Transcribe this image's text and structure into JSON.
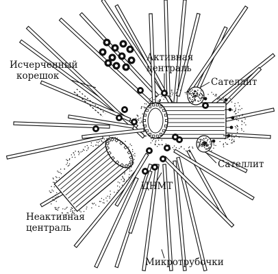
{
  "labels": {
    "striated_root_line1": "Исчерченный",
    "striated_root_line2": "корешок",
    "active_centriole_line1": "Активная",
    "active_centriole_line2": "централь",
    "satellite_top": "Сателлит",
    "satellite_right": "Сателлит",
    "mtoc": "ЦНМТ",
    "inactive_centriole_line1": "Неактивная",
    "inactive_centriole_line2": "централь",
    "microtubules": "Микротрубочки"
  }
}
